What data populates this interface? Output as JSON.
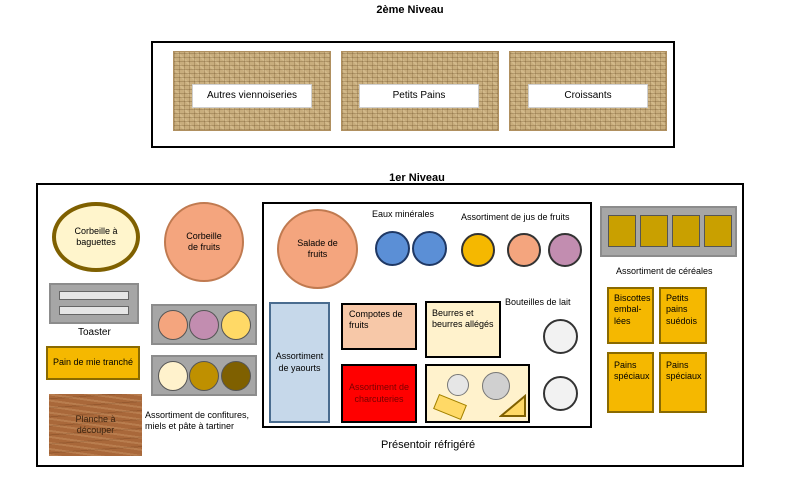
{
  "level2": {
    "title": "2ème Niveau",
    "items": [
      "Autres viennoiseries",
      "Petits Pains",
      "Croissants"
    ]
  },
  "level1": {
    "title": "1er  Niveau",
    "corbeille_baguettes": "Corbeille à baguettes",
    "corbeille_fruits": "Corbeille de fruits",
    "toaster": "Toaster",
    "pain_de_mie": "Pain de mie tranché",
    "planche": "Planche à découper",
    "confitures": "Assortiment de confitures, miels et pâte à tartiner",
    "fridge": {
      "title": "Présentoir réfrigéré",
      "salade": "Salade de fruits",
      "eaux": "Eaux minérales",
      "jus": "Assortiment de jus de fruits",
      "lait": "Bouteilles de lait",
      "yaourts": "Assortiment de yaourts",
      "compotes": "Compotes de fruits",
      "charcuteries": "Assortiment de charcuteries",
      "beurres": "Beurres et beurres allégés"
    },
    "cereales": "Assortiment de céréales",
    "biscottes": "Biscottes embal-lées",
    "petits_pains_suedois": "Petits pains suédois",
    "pains_speciaux_1": "Pains spéciaux",
    "pains_speciaux_2": "Pains spéciaux"
  },
  "colors": {
    "blue": "#5b8fd6",
    "orange_gold": "#f5b800",
    "salmon": "#f4a57e",
    "mauve": "#c28db0",
    "red": "#ff0000",
    "light_blue": "#c6d8ea",
    "pale_salmon": "#f7c8a8",
    "cream": "#fff2cc",
    "gold": "#c9a000"
  }
}
